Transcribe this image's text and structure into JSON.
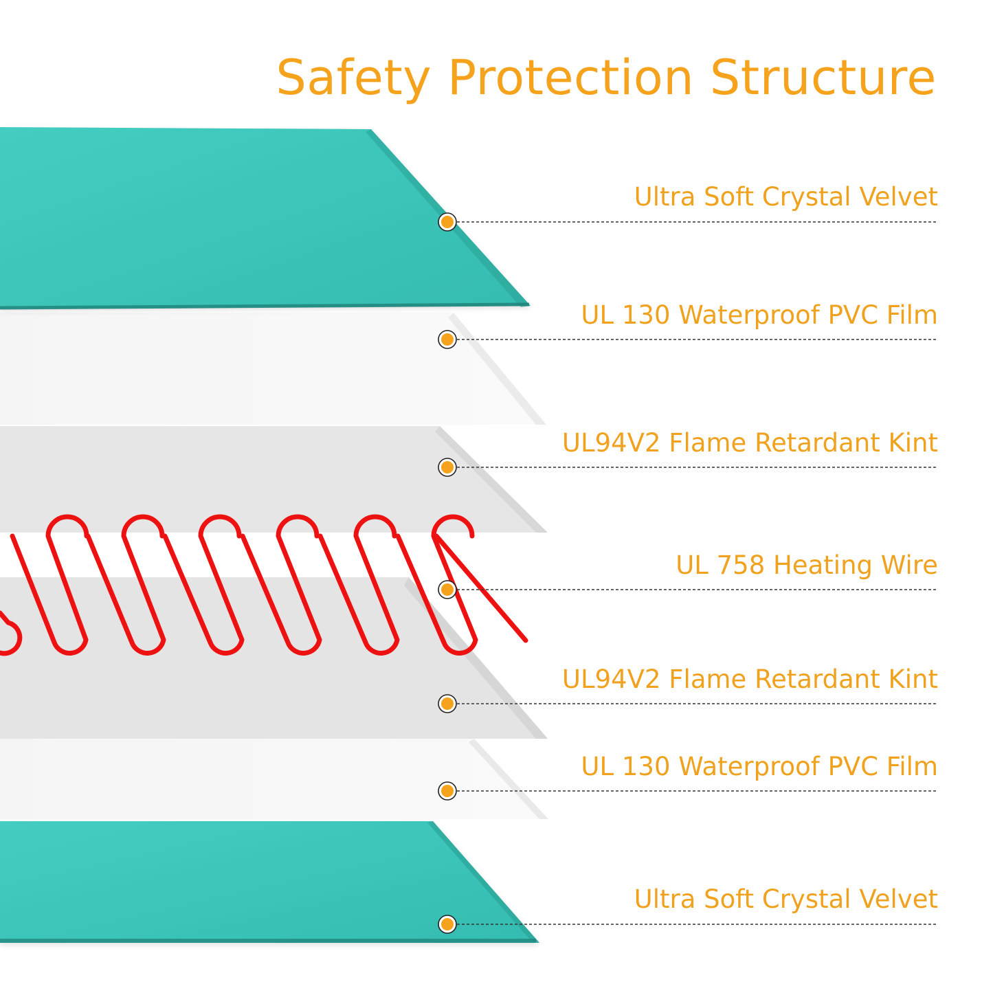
{
  "title": "Safety Protection Structure",
  "accent_color": "#f5a31c",
  "layers": [
    {
      "label": "Ultra Soft Crystal Velvet",
      "material": "velvet",
      "color": "#3ec9bd"
    },
    {
      "label": "UL 130 Waterproof PVC Film",
      "material": "pvc-film",
      "color": "#f7f7f7"
    },
    {
      "label": "UL94V2 Flame Retardant Kint",
      "material": "knit",
      "color": "#e6e6e6"
    },
    {
      "label": "UL 758 Heating Wire",
      "material": "heating-wire",
      "color": "#ee1111"
    },
    {
      "label": "UL94V2 Flame Retardant Kint",
      "material": "knit",
      "color": "#e6e6e6"
    },
    {
      "label": "UL 130 Waterproof PVC Film",
      "material": "pvc-film",
      "color": "#f7f7f7"
    },
    {
      "label": "Ultra Soft Crystal Velvet",
      "material": "velvet",
      "color": "#3ec9bd"
    }
  ]
}
